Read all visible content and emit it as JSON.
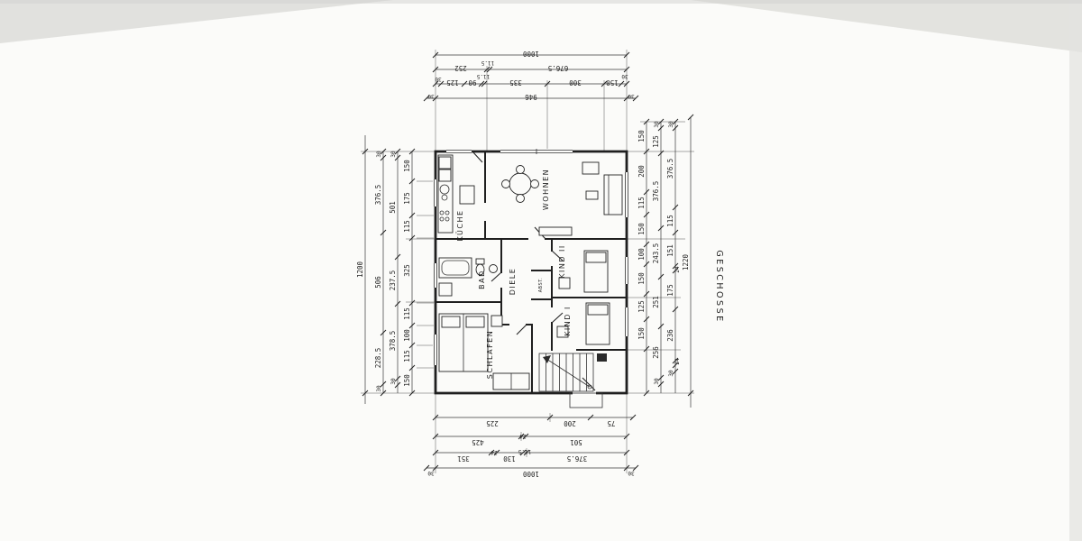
{
  "meta": {
    "drawing_label": "GESCHOSSE",
    "ink_color": "#1f1f1f",
    "paper_color": "#fbfbf9",
    "scan_shadow_color": "#d9d9d6"
  },
  "rooms": {
    "wohnen": "WOHNEN",
    "kueche": "KÜCHE",
    "bad": "BAD",
    "diele": "DIELE",
    "abst": "ABST.",
    "kind2": "KIND II",
    "kind1": "KIND I",
    "schlafen": "SCHLAFEN"
  },
  "dims": {
    "top": {
      "overall": "1000",
      "row2": [
        "252",
        "11.5",
        "676.5"
      ],
      "row3": [
        "30",
        "125",
        "90",
        "11.5",
        "335",
        "300",
        "150",
        "30"
      ],
      "row4": [
        "30",
        "946",
        "30"
      ]
    },
    "bottom": {
      "row1": [
        "225",
        "200",
        "75"
      ],
      "row2": [
        "425",
        "24",
        "501"
      ],
      "row3": [
        "351",
        "24",
        "130",
        "11.5",
        "376.5"
      ],
      "row4": [
        "30",
        "1000",
        "30"
      ]
    },
    "left": {
      "overall": "1200",
      "chain2": [
        "30",
        "376.5",
        "506",
        "228.5",
        "30"
      ],
      "chain3": [
        "30",
        "501",
        "237.5",
        "378.5",
        "30"
      ],
      "chain4": [
        "150",
        "175",
        "115",
        "325",
        "115",
        "100",
        "115",
        "150"
      ]
    },
    "right": {
      "overall": "1220",
      "inner": [
        "150",
        "200",
        "115",
        "150",
        "100",
        "150",
        "125",
        "150"
      ],
      "chain2": [
        "30",
        "125",
        "376.5",
        "243.5",
        "251",
        "256",
        "30"
      ],
      "chain3": [
        "30",
        "376.5",
        "115",
        "151",
        "24",
        "175",
        "236",
        "24",
        "30"
      ]
    }
  }
}
